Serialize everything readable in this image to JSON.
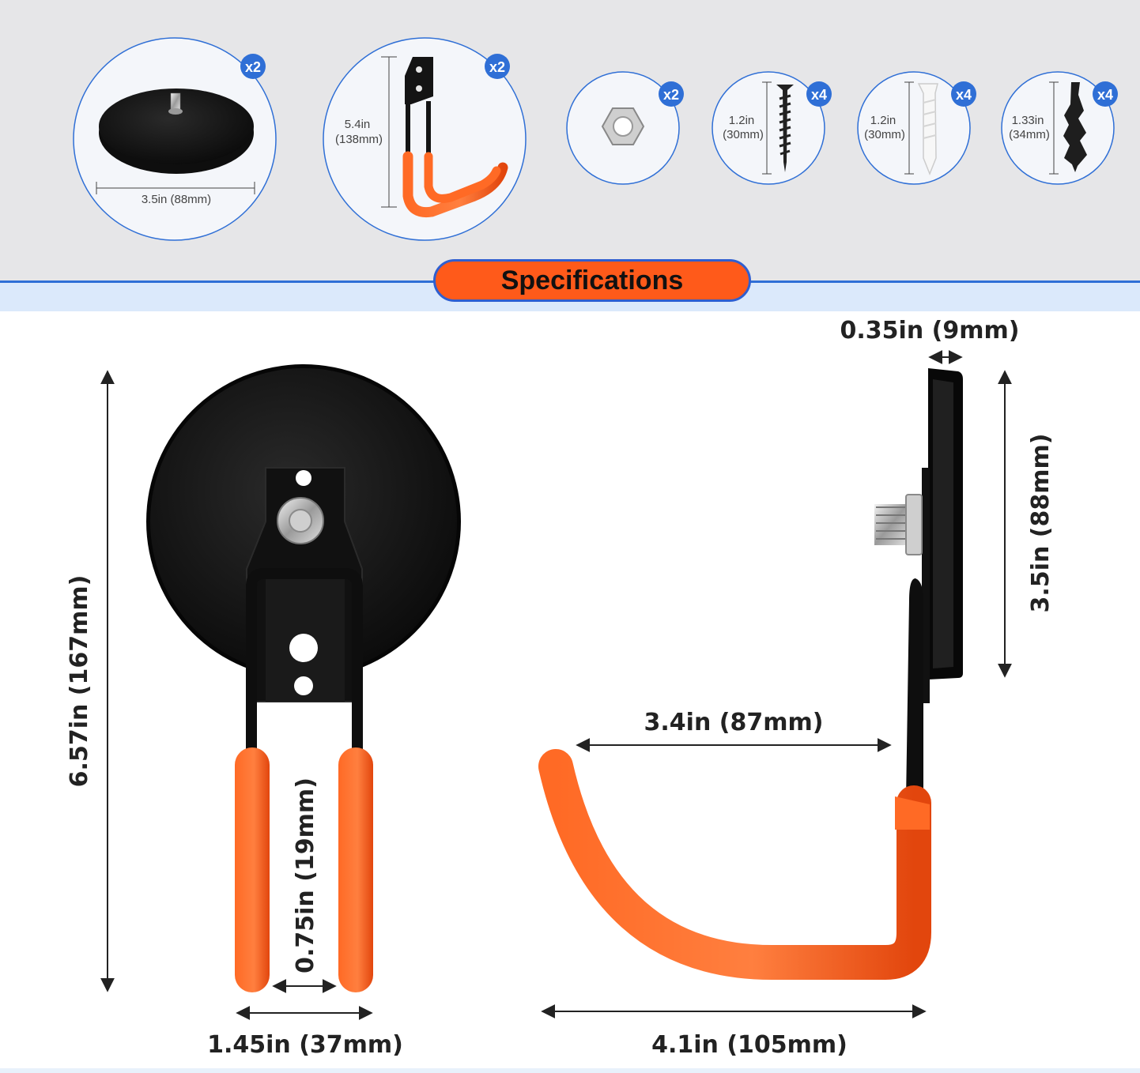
{
  "banner": {
    "title": "Specifications"
  },
  "parts": [
    {
      "name": "magnet",
      "quantity": "x2",
      "dimension": "3.5in (88mm)"
    },
    {
      "name": "hook",
      "quantity": "x2",
      "dimension_line1": "5.4in",
      "dimension_line2": "(138mm)"
    },
    {
      "name": "nut",
      "quantity": "x2"
    },
    {
      "name": "screw",
      "quantity": "x4",
      "dimension_line1": "1.2in",
      "dimension_line2": "(30mm)"
    },
    {
      "name": "wall-anchor",
      "quantity": "x4",
      "dimension_line1": "1.2in",
      "dimension_line2": "(30mm)"
    },
    {
      "name": "drywall-anchor",
      "quantity": "x4",
      "dimension_line1": "1.33in",
      "dimension_line2": "(34mm)"
    }
  ],
  "front_view": {
    "height": "6.57in (167mm)",
    "gap": "0.75in (19mm)",
    "width": "1.45in (37mm)"
  },
  "side_view": {
    "thickness": "0.35in (9mm)",
    "magnet_diameter": "3.5in (88mm)",
    "hook_reach": "3.4in (87mm)",
    "total_depth": "4.1in (105mm)"
  },
  "colors": {
    "accent_orange": "#ff5a1a",
    "accent_blue": "#2f6fd6",
    "metal_black": "#141414"
  }
}
